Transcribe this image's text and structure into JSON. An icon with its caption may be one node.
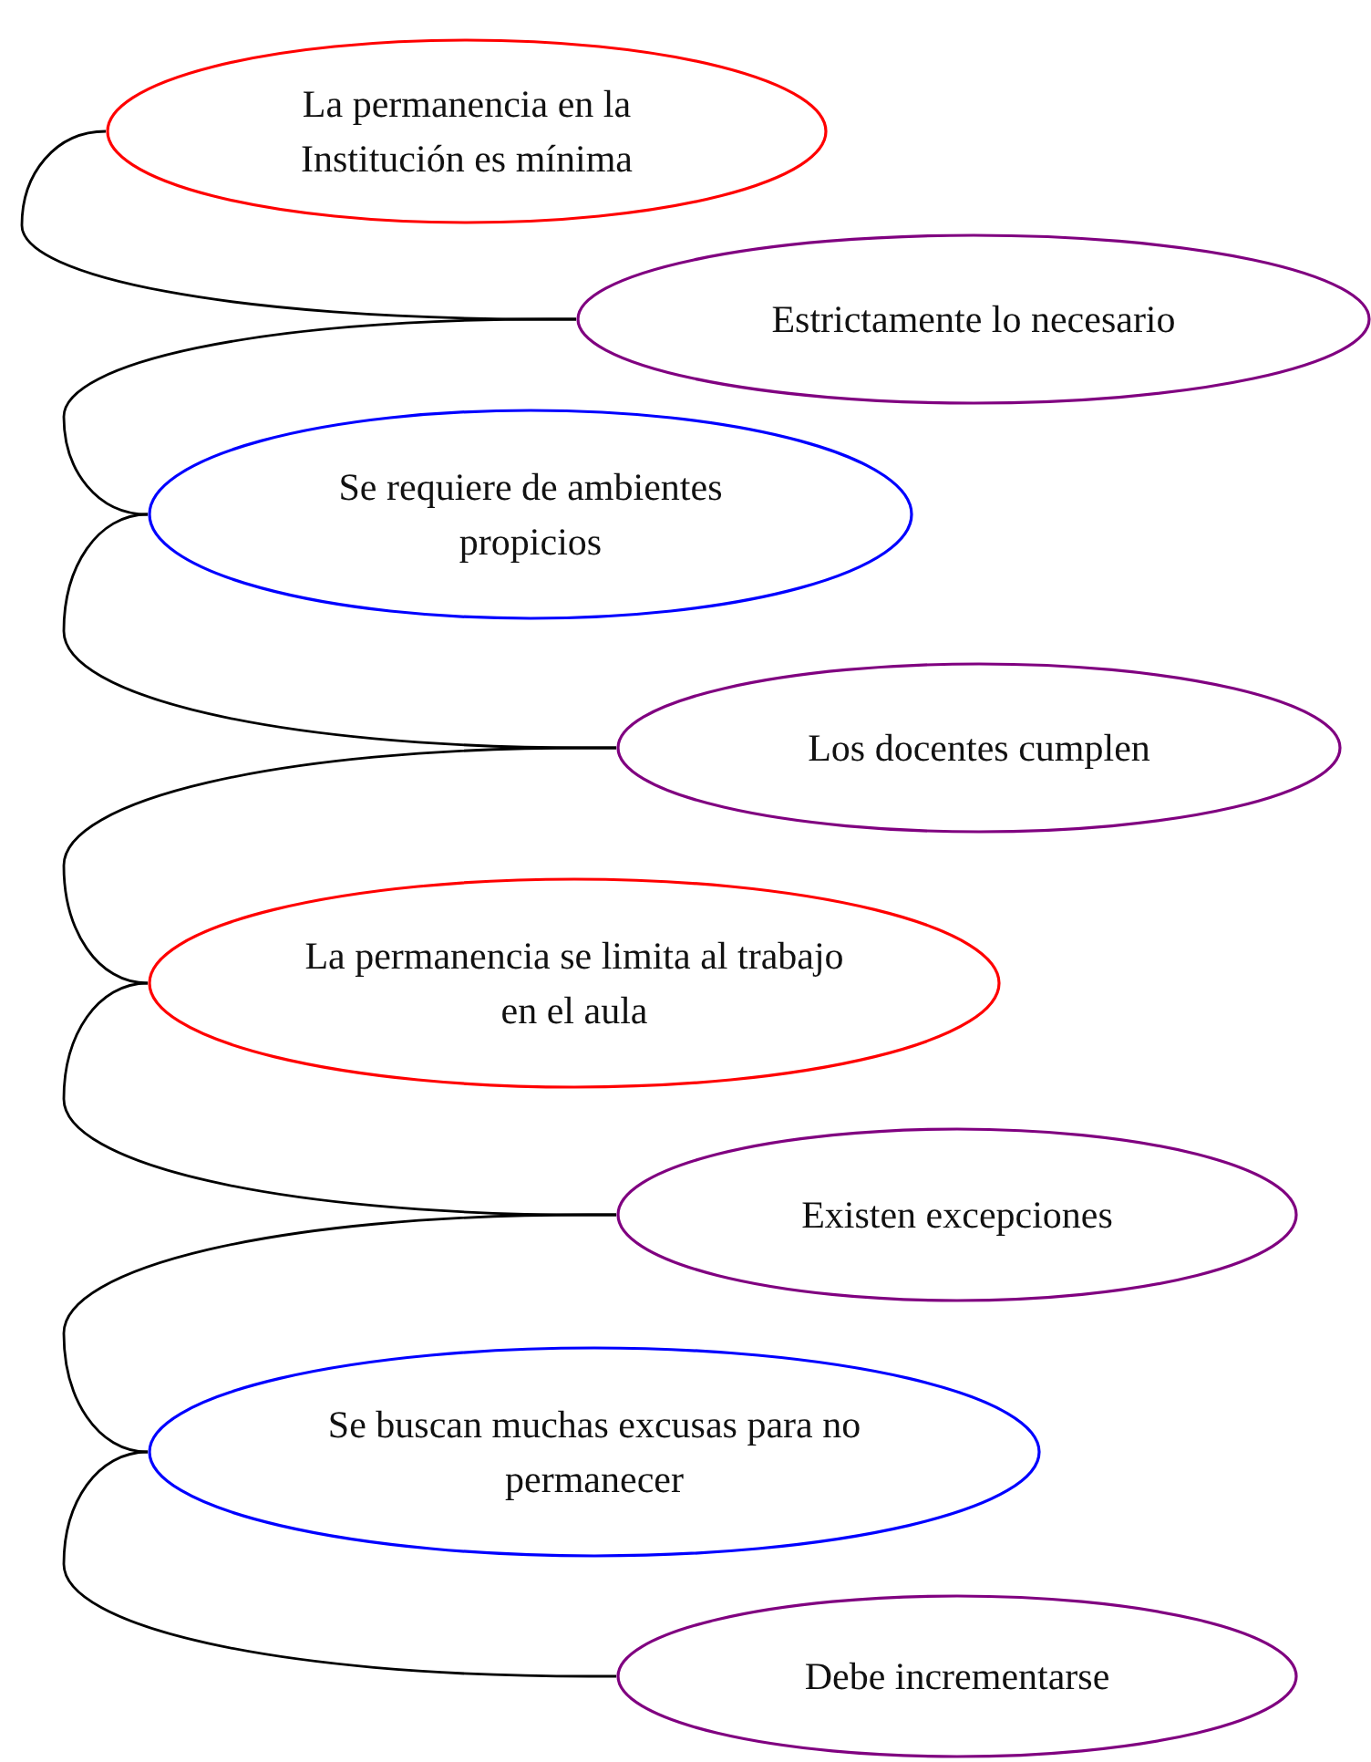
{
  "diagram": {
    "nodes": [
      {
        "text": [
          "La permanencia en la Institución es mínima"
        ]
      },
      {
        "text": [
          "Estrictamente lo necesario"
        ]
      },
      {
        "text": [
          "Se requiere de ambientes propicios"
        ]
      },
      {
        "text": [
          "Los docentes cumplen"
        ]
      },
      {
        "text": [
          "La permanencia se limita al trabajo en el aula"
        ]
      },
      {
        "text": [
          "Existen excepciones"
        ]
      },
      {
        "text": [
          "Se buscan muchas excusas para no permanecer"
        ]
      },
      {
        "text": [
          "Debe incrementarse"
        ]
      }
    ],
    "edges": [
      {
        "from": 0,
        "to": 1,
        "arrow": "none"
      },
      {
        "from": 1,
        "to": 2,
        "arrow": "none"
      },
      {
        "from": 2,
        "to": 3,
        "arrow": "none"
      },
      {
        "from": 3,
        "to": 4,
        "arrow": "none"
      },
      {
        "from": 4,
        "to": 5,
        "arrow": "none"
      },
      {
        "from": 5,
        "to": 6,
        "arrow": "none"
      },
      {
        "from": 6,
        "to": 7,
        "arrow": "none"
      }
    ]
  }
}
